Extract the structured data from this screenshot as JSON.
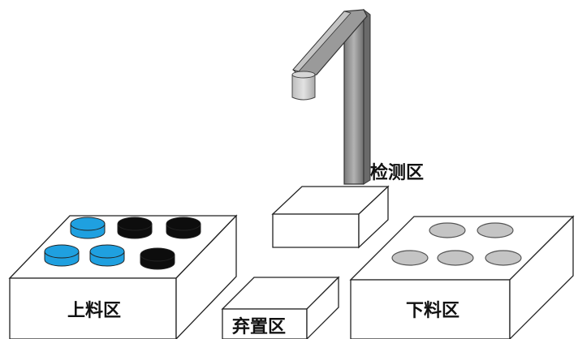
{
  "labels": {
    "loading_zone": "上料区",
    "inspection_zone": "检测区",
    "discard_zone": "弃置区",
    "unloading_zone": "下料区"
  },
  "loading_zone_parts": [
    {
      "color": "blue"
    },
    {
      "color": "black"
    },
    {
      "color": "black"
    },
    {
      "color": "blue"
    },
    {
      "color": "blue"
    },
    {
      "color": "black"
    }
  ],
  "unloading_zone_parts": [
    {
      "color": "gray"
    },
    {
      "color": "gray"
    },
    {
      "color": "gray"
    },
    {
      "color": "gray"
    },
    {
      "color": "gray"
    }
  ],
  "colors": {
    "blue": "#1fa0e0",
    "black": "#0d0d0d",
    "gray": "#c4c4c4",
    "arm": "#8e8e8e",
    "outline": "#222222"
  }
}
